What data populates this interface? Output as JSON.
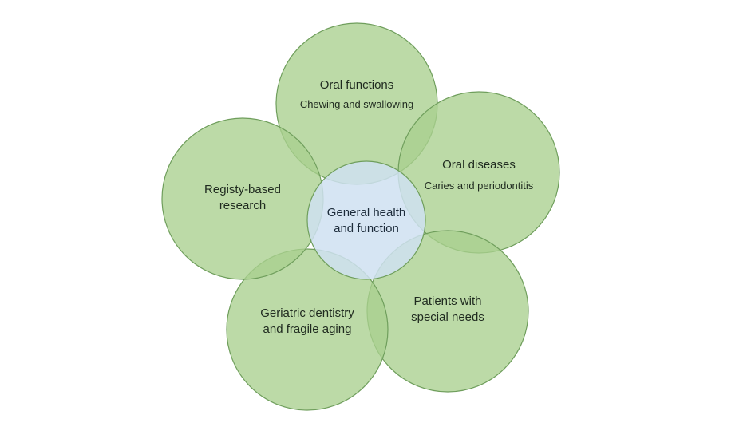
{
  "diagram": {
    "center": {
      "lines": [
        "General health",
        "and function"
      ],
      "fill_color": "#cfe1f1",
      "stroke_color": "#6f9e5c"
    },
    "petal_fill_color": "#a9cf8e",
    "petal_overlap_color": "#8bbd6b",
    "petal_stroke_color": "#6f9e5c",
    "petals": [
      {
        "id": "oral-functions",
        "title_lines": [
          "Oral functions"
        ],
        "subtitle": "Chewing and swallowing"
      },
      {
        "id": "oral-diseases",
        "title_lines": [
          "Oral diseases"
        ],
        "subtitle": "Caries and periodontitis"
      },
      {
        "id": "patients-special-needs",
        "title_lines": [
          "Patients with",
          "special needs"
        ],
        "subtitle": ""
      },
      {
        "id": "geriatric-dentistry",
        "title_lines": [
          "Geriatric dentistry",
          "and fragile aging"
        ],
        "subtitle": ""
      },
      {
        "id": "registry-research",
        "title_lines": [
          "Registy-based",
          "research"
        ],
        "subtitle": ""
      }
    ]
  }
}
